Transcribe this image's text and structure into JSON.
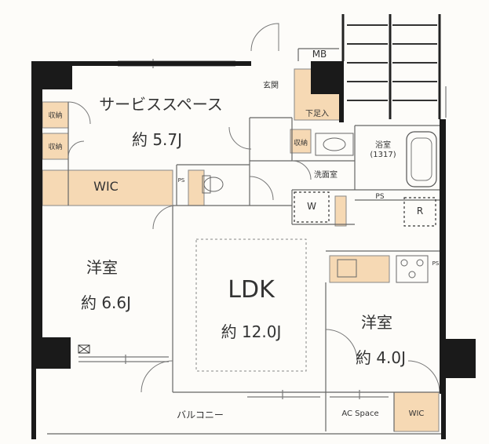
{
  "floorplan": {
    "rooms": {
      "service_space": {
        "name": "サービススペース",
        "size": "約 5.7J"
      },
      "wic_west": {
        "name": "WIC"
      },
      "western_room_a": {
        "name": "洋室",
        "size": "約 6.6J"
      },
      "ldk": {
        "name": "LDK",
        "size": "約 12.0J"
      },
      "western_room_b": {
        "name": "洋室",
        "size": "約 4.0J"
      },
      "entrance": {
        "name": "玄関"
      },
      "shoe_storage": {
        "name": "下足入"
      },
      "bathroom": {
        "name": "浴室",
        "size": "(1317)"
      },
      "washroom": {
        "name": "洗面室"
      },
      "balcony": {
        "name": "バルコニー"
      },
      "ac_space": {
        "name": "AC Space"
      },
      "wic_east": {
        "name": "WIC"
      }
    },
    "labels": {
      "mb": "MB",
      "storage_1": "収納",
      "storage_2": "収納",
      "storage_3": "収納",
      "ps_1": "PS",
      "ps_2": "PS",
      "ps_3": "PS",
      "washer": "W",
      "fridge": "R"
    },
    "colors": {
      "storage": "#f6d9b4",
      "wall": "#1a1a1a",
      "line": "#666666",
      "floor": "#fdfcf9"
    }
  }
}
